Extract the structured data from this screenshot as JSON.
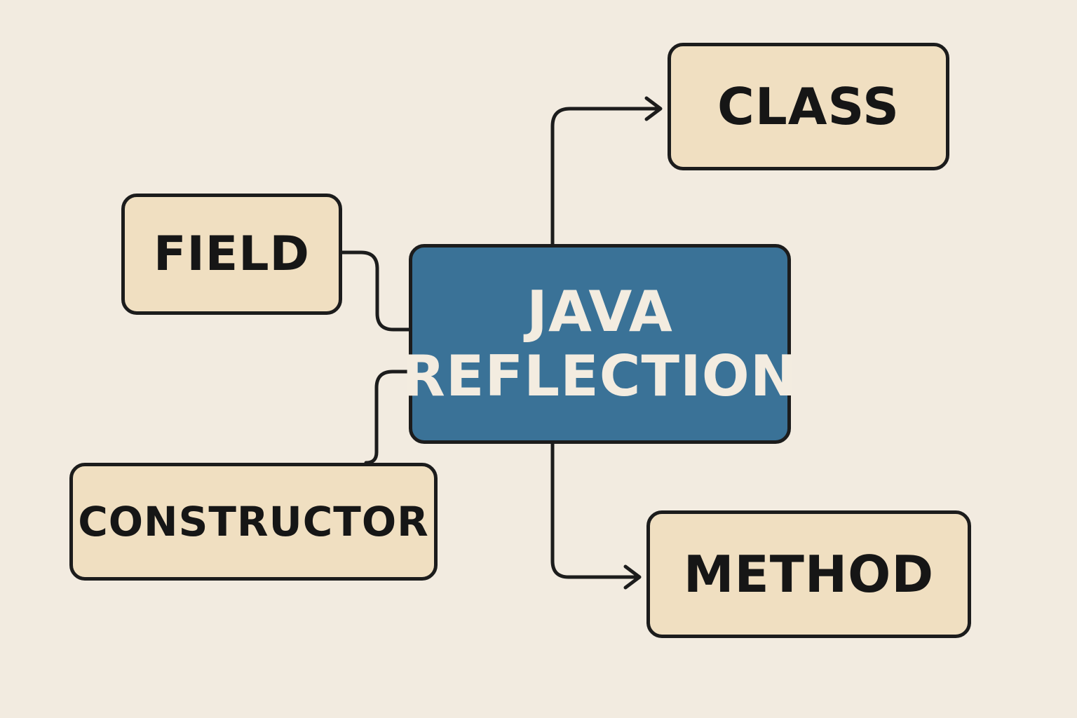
{
  "center": {
    "line1": "JAVA",
    "line2": "REFLECTION"
  },
  "nodes": {
    "class": "CLASS",
    "field": "FIELD",
    "constructor": "CONSTRUCTOR",
    "method": "METHOD"
  },
  "colors": {
    "background": "#f2ebe0",
    "node": "#f0dfc1",
    "center": "#3a7297",
    "stroke": "#1c1c1c"
  }
}
